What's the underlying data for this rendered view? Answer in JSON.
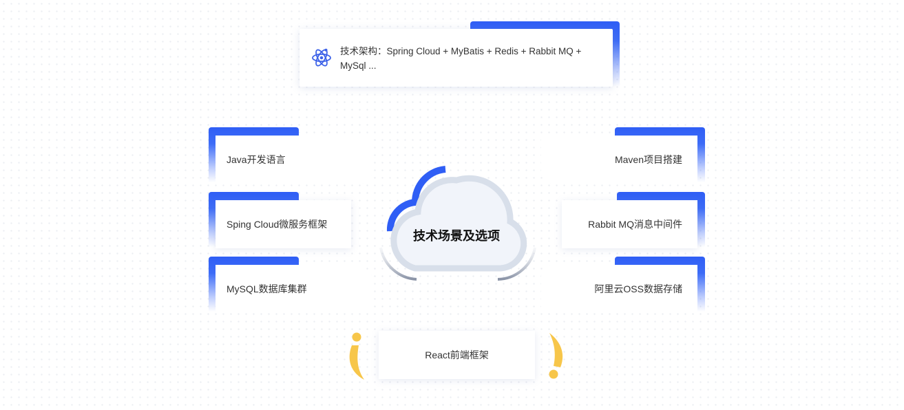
{
  "top": {
    "text": "技术架构：Spring Cloud + MyBatis + Redis + Rabbit MQ + MySql ..."
  },
  "center": {
    "title": "技术场景及选项"
  },
  "left_items": [
    "Java开发语言",
    "Sping Cloud微服务框架",
    "MySQL数据库集群"
  ],
  "right_items": [
    "Maven项目搭建",
    "Rabbit MQ消息中间件",
    "阿里云OSS数据存储"
  ],
  "bottom": {
    "text": "React前端框架"
  },
  "colors": {
    "accent": "#2f5ef5",
    "bracket": "#f7c64a",
    "cloud": "#f1f4fa",
    "cloud_ring": "#d8dfea"
  },
  "icons": {
    "top": "atom-icon"
  }
}
